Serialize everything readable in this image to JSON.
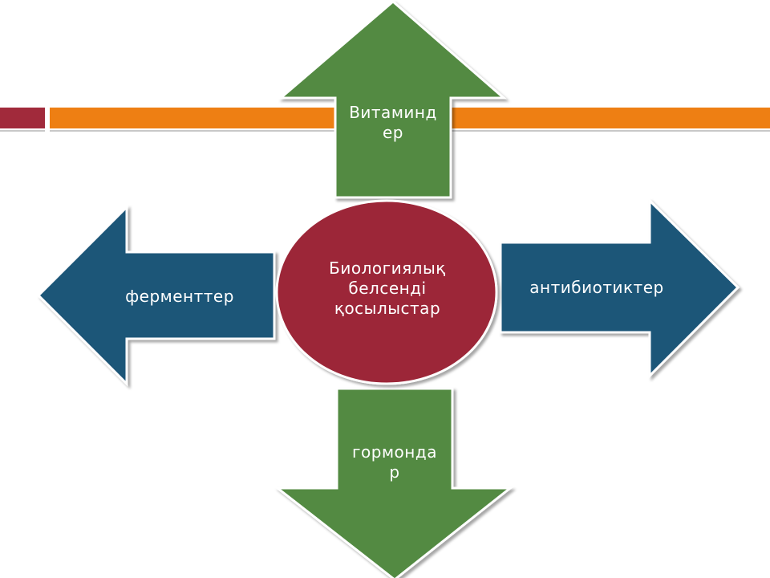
{
  "colors": {
    "green": "#538a43",
    "blue": "#1f5678",
    "maroon": "#9c2837",
    "orange": "#ee7f13",
    "bar_maroon": "#a12a3b"
  },
  "center": {
    "label": "Биологиялық белсенді қосылыстар"
  },
  "arrows": {
    "top": {
      "label_line1": "Витаминд",
      "label_line2": "ер"
    },
    "bottom": {
      "label_line1": "гормонда",
      "label_line2": "р"
    },
    "left": {
      "label": "ферменттер"
    },
    "right": {
      "label": "антибиотиктер"
    }
  }
}
